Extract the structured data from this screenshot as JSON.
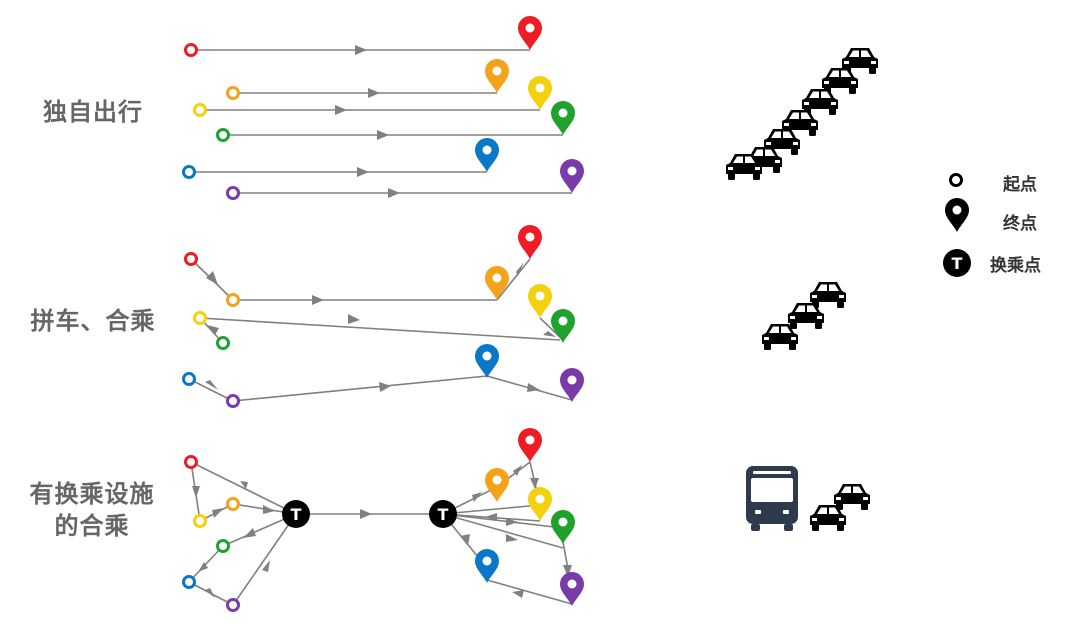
{
  "rows": {
    "solo": {
      "label": "独自出行"
    },
    "carpool": {
      "label": "拼车、合乘"
    },
    "transfer": {
      "label_line1": "有换乘设施",
      "label_line2": "的合乘"
    }
  },
  "legend": {
    "start": "起点",
    "end": "终点",
    "transfer": "换乘点"
  },
  "icons": {
    "transfer_glyph": "T",
    "car": "car-icon",
    "bus": "bus-icon",
    "pin": "map-pin-icon",
    "origin": "ring-icon"
  },
  "colors": {
    "red": "#ee1c25",
    "orange": "#f5a21b",
    "yellow": "#f4d10c",
    "green": "#1fa12e",
    "blue": "#0a78c8",
    "purple": "#7a3aa8",
    "line": "#808080",
    "label": "#666666"
  }
}
